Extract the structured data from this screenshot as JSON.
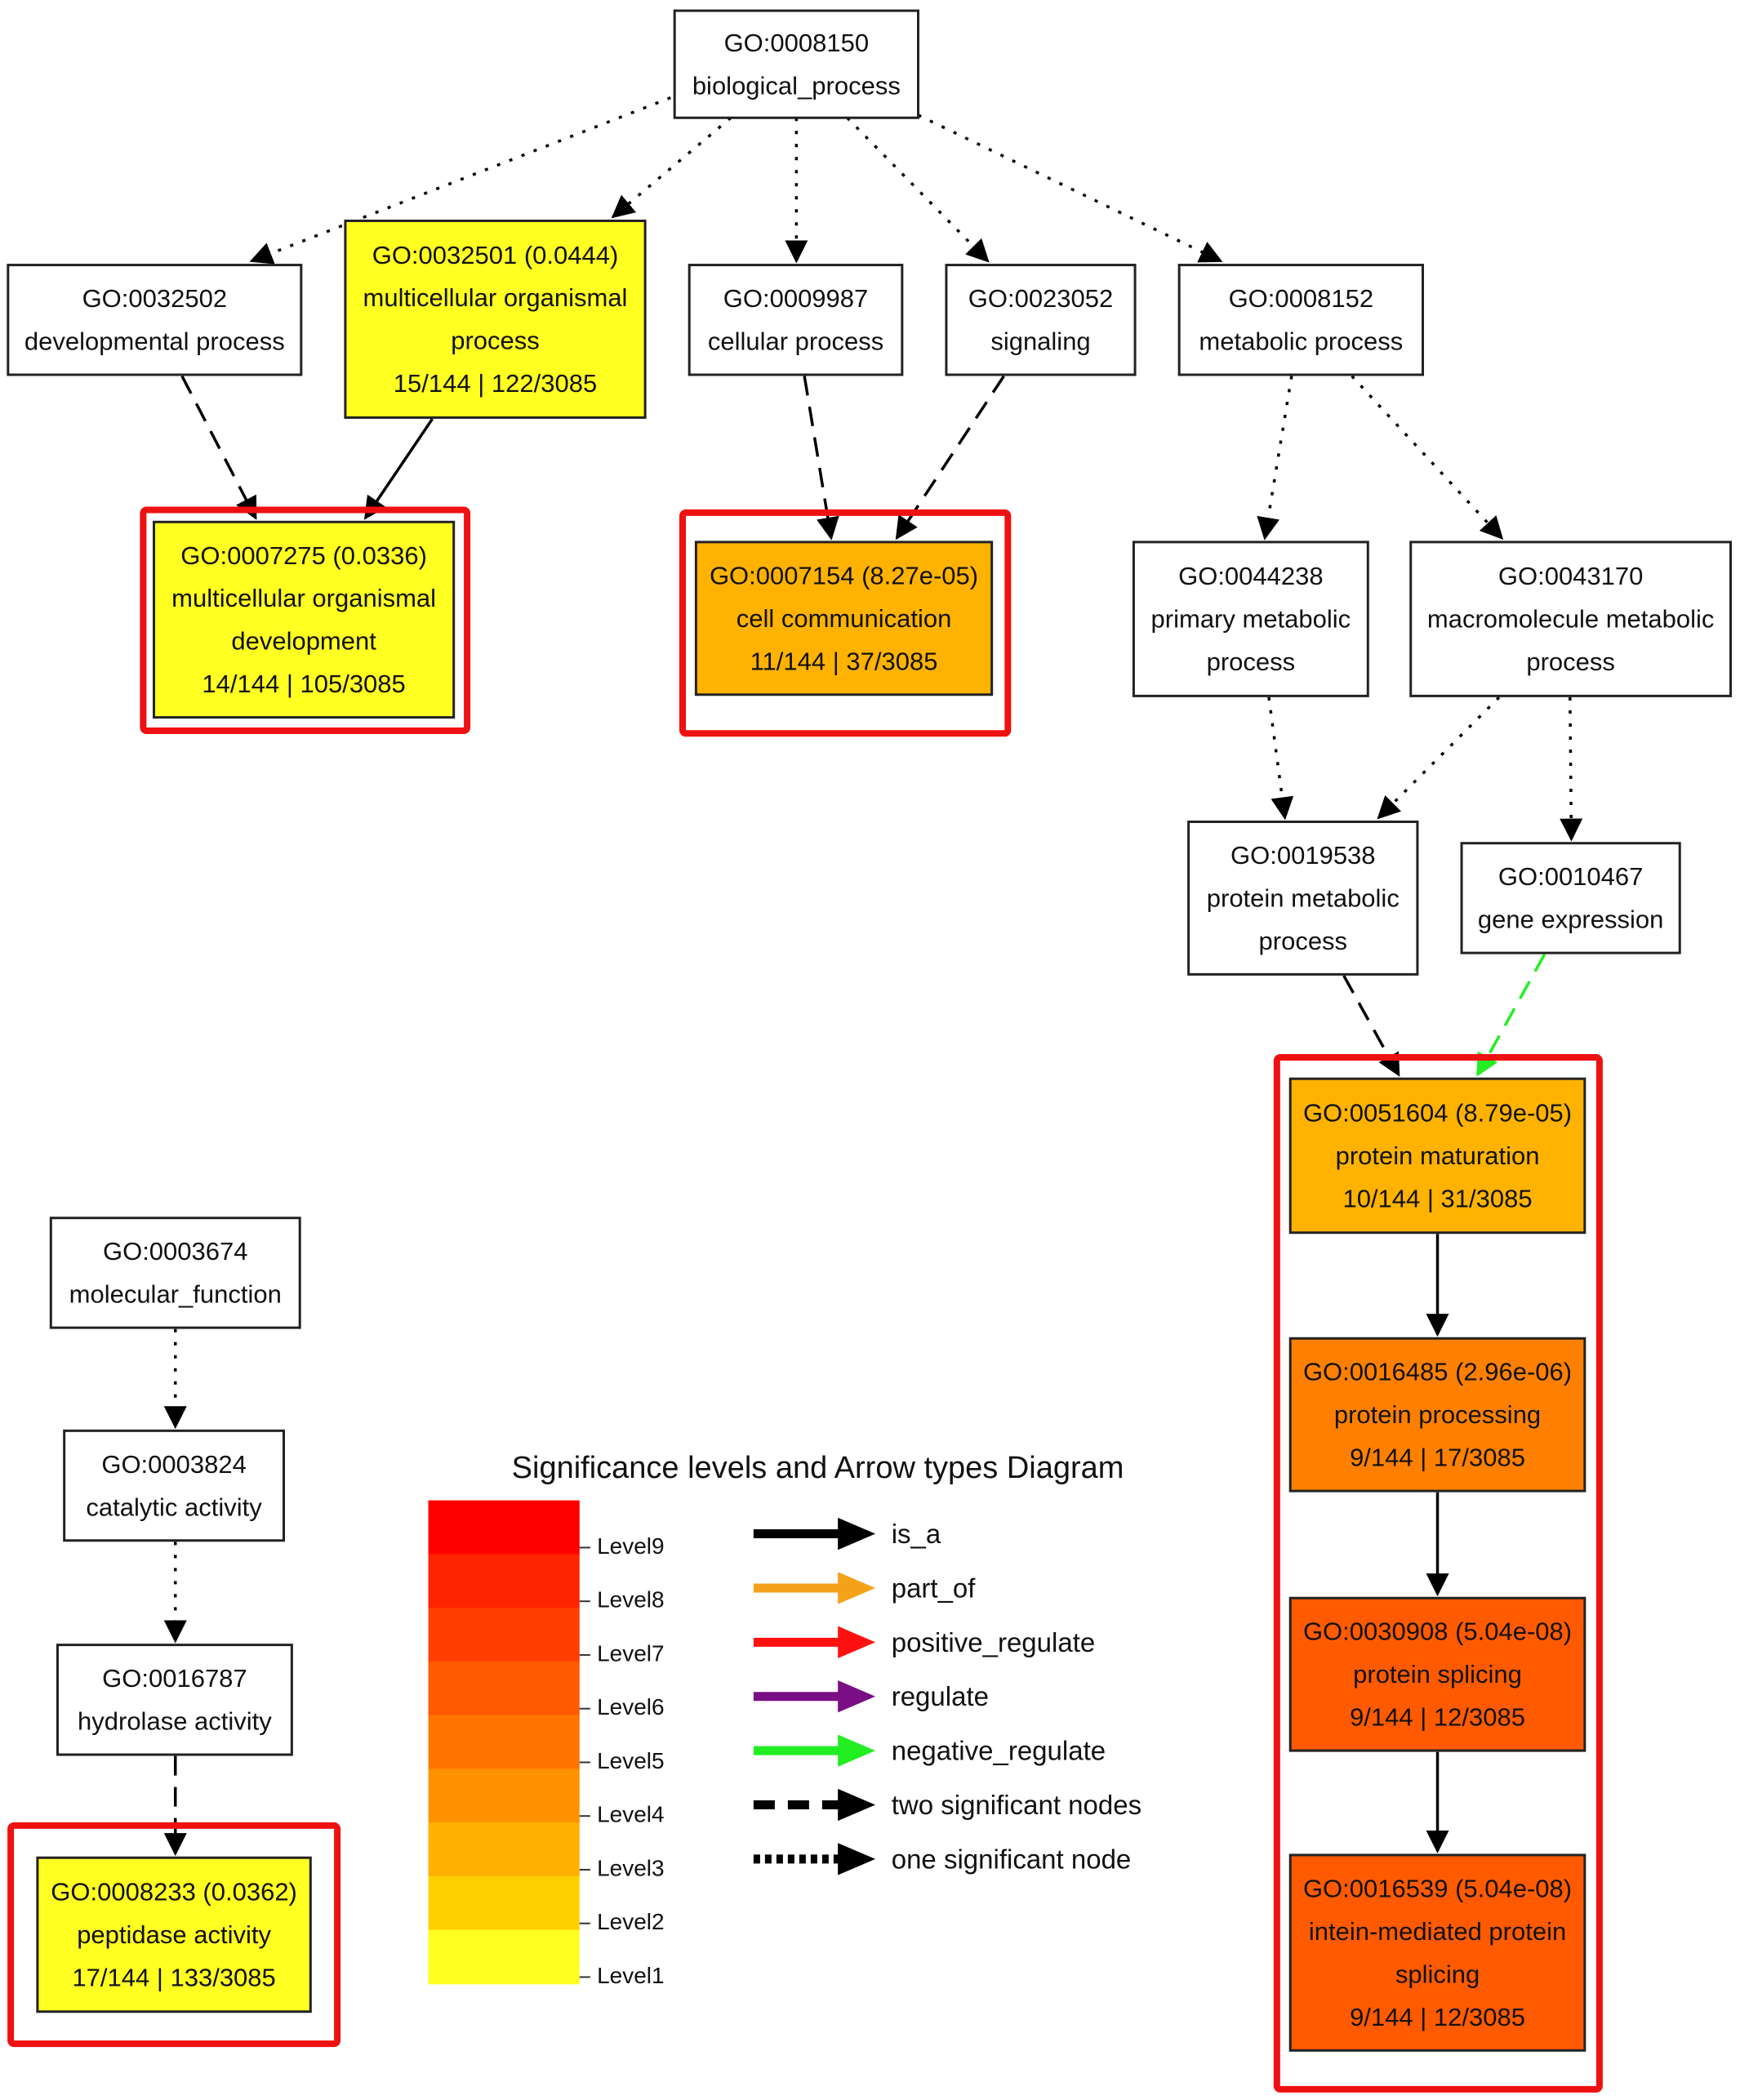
{
  "nodes": [
    {
      "id": "n8150",
      "fill": "#ffffff",
      "lines": [
        "GO:0008150",
        "biological_process"
      ]
    },
    {
      "id": "n32502",
      "fill": "#ffffff",
      "lines": [
        "GO:0032502",
        "developmental process"
      ]
    },
    {
      "id": "n32501",
      "fill": "#ffff22",
      "lines": [
        "GO:0032501 (0.0444)",
        "multicellular organismal",
        "process",
        "15/144 | 122/3085"
      ]
    },
    {
      "id": "n9987",
      "fill": "#ffffff",
      "lines": [
        "GO:0009987",
        "cellular process"
      ]
    },
    {
      "id": "n23052",
      "fill": "#ffffff",
      "lines": [
        "GO:0023052",
        "signaling"
      ]
    },
    {
      "id": "n8152",
      "fill": "#ffffff",
      "lines": [
        "GO:0008152",
        "metabolic process"
      ]
    },
    {
      "id": "n7275",
      "fill": "#ffff22",
      "lines": [
        "GO:0007275 (0.0336)",
        "multicellular organismal",
        "development",
        "14/144 | 105/3085"
      ]
    },
    {
      "id": "n7154",
      "fill": "#ffb300",
      "lines": [
        "GO:0007154 (8.27e-05)",
        "cell communication",
        "11/144 | 37/3085"
      ]
    },
    {
      "id": "n44238",
      "fill": "#ffffff",
      "lines": [
        "GO:0044238",
        "primary metabolic",
        "process"
      ]
    },
    {
      "id": "n43170",
      "fill": "#ffffff",
      "lines": [
        "GO:0043170",
        "macromolecule metabolic",
        "process"
      ]
    },
    {
      "id": "n19538",
      "fill": "#ffffff",
      "lines": [
        "GO:0019538",
        "protein metabolic",
        "process"
      ]
    },
    {
      "id": "n10467",
      "fill": "#ffffff",
      "lines": [
        "GO:0010467",
        "gene expression"
      ]
    },
    {
      "id": "n51604",
      "fill": "#ffb300",
      "lines": [
        "GO:0051604 (8.79e-05)",
        "protein maturation",
        "10/144 | 31/3085"
      ]
    },
    {
      "id": "n16485",
      "fill": "#ff8000",
      "lines": [
        "GO:0016485 (2.96e-06)",
        "protein processing",
        "9/144 | 17/3085"
      ]
    },
    {
      "id": "n30908",
      "fill": "#ff5a00",
      "lines": [
        "GO:0030908 (5.04e-08)",
        "protein splicing",
        "9/144 | 12/3085"
      ]
    },
    {
      "id": "n16539",
      "fill": "#ff5a00",
      "lines": [
        "GO:0016539 (5.04e-08)",
        "intein-mediated protein",
        "splicing",
        "9/144 | 12/3085"
      ]
    },
    {
      "id": "n3674",
      "fill": "#ffffff",
      "lines": [
        "GO:0003674",
        "molecular_function"
      ]
    },
    {
      "id": "n3824",
      "fill": "#ffffff",
      "lines": [
        "GO:0003824",
        "catalytic activity"
      ]
    },
    {
      "id": "n16787",
      "fill": "#ffffff",
      "lines": [
        "GO:0016787",
        "hydrolase activity"
      ]
    },
    {
      "id": "n8233",
      "fill": "#ffff22",
      "lines": [
        "GO:0008233 (0.0362)",
        "peptidase activity",
        "17/144 | 133/3085"
      ]
    }
  ],
  "edges": [
    {
      "from": "n8150",
      "to": "n32502",
      "style": "dotted",
      "color": "#000000"
    },
    {
      "from": "n8150",
      "to": "n32501",
      "style": "dotted",
      "color": "#000000"
    },
    {
      "from": "n8150",
      "to": "n9987",
      "style": "dotted",
      "color": "#000000"
    },
    {
      "from": "n8150",
      "to": "n23052",
      "style": "dotted",
      "color": "#000000"
    },
    {
      "from": "n8150",
      "to": "n8152",
      "style": "dotted",
      "color": "#000000"
    },
    {
      "from": "n32502",
      "to": "n7275",
      "style": "dashed",
      "color": "#000000"
    },
    {
      "from": "n32501",
      "to": "n7275",
      "style": "solid",
      "color": "#000000"
    },
    {
      "from": "n9987",
      "to": "n7154",
      "style": "dashed",
      "color": "#000000"
    },
    {
      "from": "n23052",
      "to": "n7154",
      "style": "dashed",
      "color": "#000000"
    },
    {
      "from": "n8152",
      "to": "n44238",
      "style": "dotted",
      "color": "#000000"
    },
    {
      "from": "n8152",
      "to": "n43170",
      "style": "dotted",
      "color": "#000000"
    },
    {
      "from": "n44238",
      "to": "n19538",
      "style": "dotted",
      "color": "#000000"
    },
    {
      "from": "n43170",
      "to": "n19538",
      "style": "dotted",
      "color": "#000000"
    },
    {
      "from": "n43170",
      "to": "n10467",
      "style": "dotted",
      "color": "#000000"
    },
    {
      "from": "n19538",
      "to": "n51604",
      "style": "dashed",
      "color": "#000000"
    },
    {
      "from": "n10467",
      "to": "n51604",
      "style": "dashed",
      "color": "#22ee22"
    },
    {
      "from": "n51604",
      "to": "n16485",
      "style": "solid",
      "color": "#000000"
    },
    {
      "from": "n16485",
      "to": "n30908",
      "style": "solid",
      "color": "#000000"
    },
    {
      "from": "n30908",
      "to": "n16539",
      "style": "solid",
      "color": "#000000"
    },
    {
      "from": "n3674",
      "to": "n3824",
      "style": "dotted",
      "color": "#000000"
    },
    {
      "from": "n3824",
      "to": "n16787",
      "style": "dotted",
      "color": "#000000"
    },
    {
      "from": "n16787",
      "to": "n8233",
      "style": "dashed",
      "color": "#000000"
    }
  ],
  "highlight_color": "#ee1111",
  "legend": {
    "title": "Significance levels and Arrow types Diagram",
    "levels": [
      {
        "label": "Level9",
        "color": "#ff0000"
      },
      {
        "label": "Level8",
        "color": "#ff2400"
      },
      {
        "label": "Level7",
        "color": "#ff3d00"
      },
      {
        "label": "Level6",
        "color": "#ff5a00"
      },
      {
        "label": "Level5",
        "color": "#ff7500"
      },
      {
        "label": "Level4",
        "color": "#ff9200"
      },
      {
        "label": "Level3",
        "color": "#ffb000"
      },
      {
        "label": "Level2",
        "color": "#ffd000"
      },
      {
        "label": "Level1",
        "color": "#ffff22"
      }
    ],
    "arrows": [
      {
        "label": "is_a",
        "color": "#000000",
        "style": "solid"
      },
      {
        "label": "part_of",
        "color": "#f5a21b",
        "style": "solid"
      },
      {
        "label": "positive_regulate",
        "color": "#ff1111",
        "style": "solid"
      },
      {
        "label": "regulate",
        "color": "#7a0f85",
        "style": "solid"
      },
      {
        "label": "negative_regulate",
        "color": "#22ee22",
        "style": "solid"
      },
      {
        "label": "two significant nodes",
        "color": "#000000",
        "style": "dashed"
      },
      {
        "label": "one significant node",
        "color": "#000000",
        "style": "dotted"
      }
    ]
  }
}
